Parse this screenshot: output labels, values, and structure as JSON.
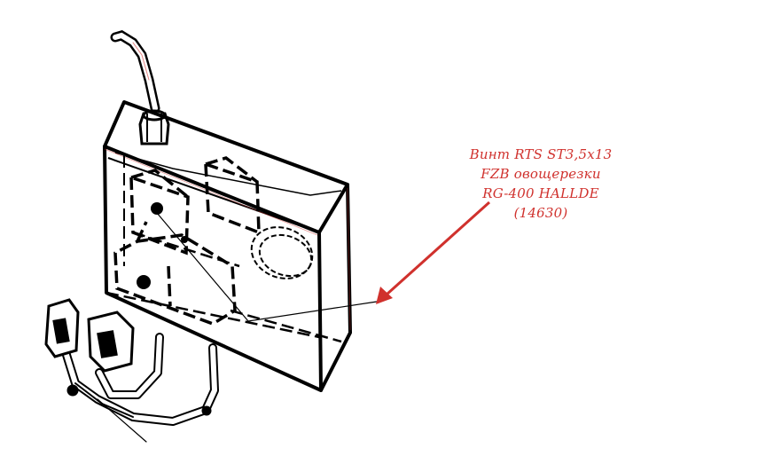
{
  "callout": {
    "lines": [
      "Винт RTS ST3,5x13",
      "FZB овощерезки",
      "RG-400 HALLDE",
      "(14630)"
    ],
    "color": "#d0312d"
  },
  "colors": {
    "line": "#000000",
    "accent": "#d0312d",
    "background": "#ffffff"
  }
}
